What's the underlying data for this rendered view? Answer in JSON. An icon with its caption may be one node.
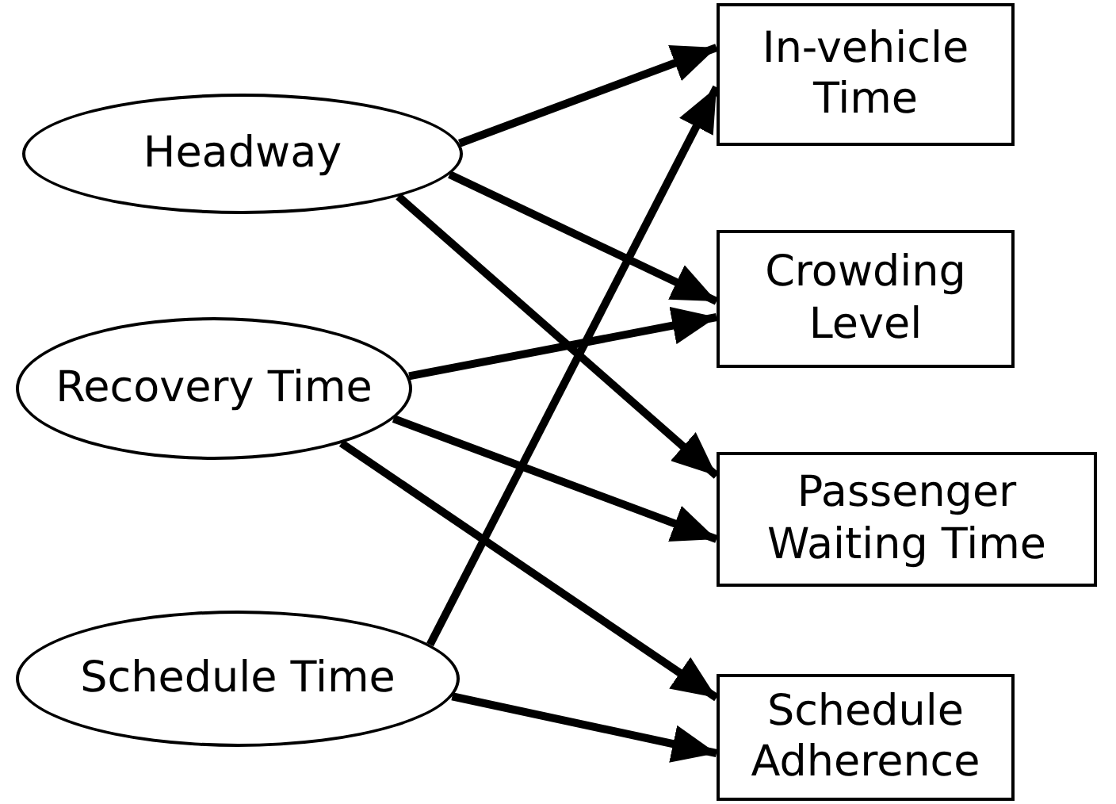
{
  "diagram": {
    "nodes": [
      {
        "text": [
          "Headway"
        ]
      },
      {
        "text": [
          "Recovery Time"
        ]
      },
      {
        "text": [
          "Schedule Time"
        ]
      },
      {
        "text": [
          "In-vehicle Time"
        ]
      },
      {
        "text": [
          "Crowding Level"
        ]
      },
      {
        "text": [
          "Passenger Waiting Time"
        ]
      },
      {
        "text": [
          "Schedule Adherence"
        ]
      }
    ],
    "edges": [
      {
        "from": 0,
        "to": 3,
        "arrow": "to"
      },
      {
        "from": 0,
        "to": 4,
        "arrow": "to"
      },
      {
        "from": 0,
        "to": 5,
        "arrow": "to"
      },
      {
        "from": 1,
        "to": 4,
        "arrow": "to"
      },
      {
        "from": 1,
        "to": 5,
        "arrow": "to"
      },
      {
        "from": 1,
        "to": 6,
        "arrow": "to"
      },
      {
        "from": 2,
        "to": 3,
        "arrow": "to"
      },
      {
        "from": 2,
        "to": 6,
        "arrow": "to"
      }
    ]
  }
}
